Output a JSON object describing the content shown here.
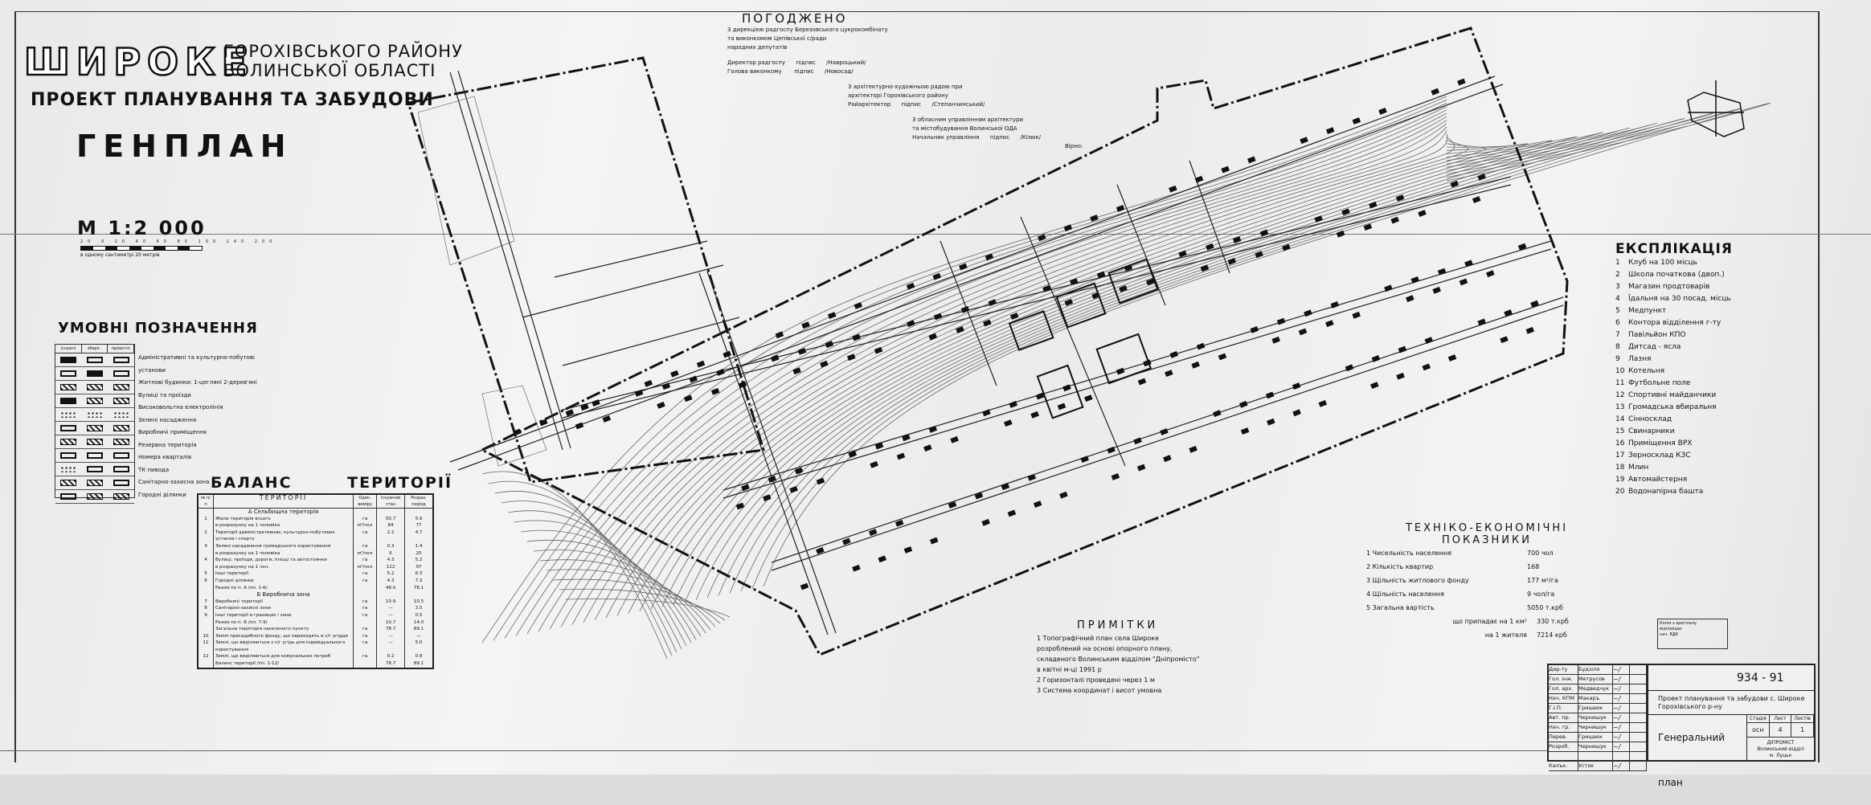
{
  "header": {
    "town": "ШИРОКЕ",
    "district_line1": "ГОРОХІВСЬКОГО РАЙОНУ",
    "district_line2": "ВОЛИНСЬКОЇ ОБЛАСТІ",
    "project": "ПРОЕКТ ПЛАНУВАННЯ ТА ЗАБУДОВИ",
    "plan": "ГЕНПЛАН",
    "scale": "М 1:2 000",
    "scale_ticks": "20 0 20 40 60 80 100 140 200",
    "scale_note": "в одному сантиметрі 20 метрів"
  },
  "legend": {
    "title": "УМОВНІ ПОЗНАЧЕННЯ",
    "columns": [
      "існуючі",
      "зберіг.",
      "проектні"
    ],
    "items": [
      "Адміністративні та культурно-побутові установи",
      "Житлові будинки: 1-цегляні 2-дерев'яні",
      "Вулиці та проїзди",
      "Високовольтна електролінія",
      "Зелені насадження",
      "Виробничі приміщення",
      "Резервна територія",
      "Номера кварталів",
      "ТК пивода",
      "Санітарно-захисна зона",
      "Городні ділянки"
    ]
  },
  "balance": {
    "title": "БАЛАНС ТЕРИТОРІЇ",
    "headers": [
      "№ п/п",
      "ТЕРИТОРІЇ",
      "Один. виміру",
      "Існуючий стан",
      "Розрах. період"
    ],
    "rows": [
      {
        "type": "sec",
        "name": "А Сельбищна територія"
      },
      {
        "n": "1",
        "name": "Жила територія всього",
        "unit": "га",
        "v1": "50.7",
        "v2": "5.9"
      },
      {
        "n": "",
        "name": "в розрахунку на 1 чоловіка",
        "unit": "м²/чол",
        "v1": "84",
        "v2": "77"
      },
      {
        "n": "2",
        "name": "Території адміністративних, культурно-побутових установ і спорту",
        "unit": "га",
        "v1": "2.2",
        "v2": "4.7"
      },
      {
        "n": "3",
        "name": "Зелені насадження громадського користування",
        "unit": "га",
        "v1": "0.3",
        "v2": "1.4"
      },
      {
        "n": "",
        "name": "в розрахунку на 1 чоловіка",
        "unit": "м²/чол",
        "v1": "6",
        "v2": "20"
      },
      {
        "n": "4",
        "name": "Вулиці, проїзди, дороги, площі та автостоянки",
        "unit": "га",
        "v1": "4.3",
        "v2": "5.2"
      },
      {
        "n": "",
        "name": "в розрахунку на 1 чол.",
        "unit": "м²/чол",
        "v1": "122",
        "v2": "97"
      },
      {
        "n": "5",
        "name": "Інші території",
        "unit": "га",
        "v1": "5.2",
        "v2": "6.3"
      },
      {
        "n": "6",
        "name": "Городні ділянки",
        "unit": "га",
        "v1": "4.3",
        "v2": "7.3"
      },
      {
        "n": "",
        "name": "Разом по п. А /пп. 1-6/",
        "unit": "",
        "v1": "48.0",
        "v2": "78.1"
      },
      {
        "type": "sec",
        "name": "Б Виробнича зона"
      },
      {
        "n": "7",
        "name": "Виробничі території",
        "unit": "га",
        "v1": "10.9",
        "v2": "10.5"
      },
      {
        "n": "8",
        "name": "Санітарно-захисні зони",
        "unit": "га",
        "v1": "—",
        "v2": "3.5"
      },
      {
        "n": "9",
        "name": "Інші території в границях і зони",
        "unit": "га",
        "v1": "—",
        "v2": "0.5"
      },
      {
        "n": "",
        "name": "Разом по п. Б /пп. 7-9/",
        "unit": "",
        "v1": "10.7",
        "v2": "14.0"
      },
      {
        "n": "",
        "name": "Загальна територія населеного пункту",
        "unit": "га",
        "v1": "78.7",
        "v2": "89.1"
      },
      {
        "n": "10",
        "name": "Землі присадибного фонду, що переходять в с/г угіддя",
        "unit": "га",
        "v1": "—",
        "v2": "—"
      },
      {
        "n": "11",
        "name": "Землі, що виділяються з с/г угідь для індивідуального користування",
        "unit": "га",
        "v1": "—",
        "v2": "5.0"
      },
      {
        "n": "12",
        "name": "Землі, що виділяються для комунальних потреб",
        "unit": "га",
        "v1": "0.2",
        "v2": "0.8"
      },
      {
        "n": "",
        "name": "Баланс території /пп. 1-12/",
        "unit": "",
        "v1": "78.7",
        "v2": "89.1"
      }
    ]
  },
  "approval": {
    "title": "ПОГОДЖЕНО",
    "lines": [
      "З дирекцією радгоспу Березовського цукрокомбінату",
      "та виконкомом Цепівської с/ради",
      "народних депутатів",
      "Директор радгоспу      підпис      /Навроцький/",
      "Голова виконкому       підпис      /Новосад/",
      "З архітектурно-художньою радою при",
      "архітекторі Горохівського району",
      "Райархітектор      підпис      /Степанчинський/",
      "З обласним управлінням архітектури",
      "та містобудування Волинської ОДА",
      "Начальник управління      підпис      /Кізюк/",
      "Вірно:"
    ]
  },
  "explication": {
    "title": "ЕКСПЛІКАЦІЯ",
    "items": [
      "Клуб на 100 місць",
      "Школа початкова (двоп.)",
      "Магазин продтоварів",
      "Їдальня на 30 посад. місць",
      "Медпункт",
      "Контора відділення г-ту",
      "Павільйон КПО",
      "Дитсад - ясла",
      "Лазня",
      "Котельня",
      "Футбольне поле",
      "Спортивні майданчики",
      "Громадська вбиральня",
      "Сінносклад",
      "Свинарники",
      "Приміщення ВРХ",
      "Зерносклад КЗС",
      "Млин",
      "Автомайстерня",
      "Водонапірна башта"
    ]
  },
  "indicators": {
    "title1": "ТЕХНІКО-ЕКОНОМІЧНІ",
    "title2": "ПОКАЗНИКИ",
    "rows": [
      {
        "label": "1 Чисельність населення",
        "value": "700 чол"
      },
      {
        "label": "2 Кількість квартир",
        "value": "168"
      },
      {
        "label": "3 Щільність житлового фонду",
        "value": "177 м²/га"
      },
      {
        "label": "4 Щільність населення",
        "value": "9 чол/га"
      },
      {
        "label": "5 Загальна вартість",
        "value": "5050 т.крб"
      },
      {
        "label": "що припадає на 1 км²",
        "value": "330 т.крб"
      },
      {
        "label": "на 1 жителя",
        "value": "7214 крб"
      }
    ]
  },
  "notes": {
    "title": "ПРИМІТКИ",
    "lines": [
      "1 Топографічний план села Широке",
      "розроблений на основі опорного плану,",
      "складеного Волинським відділом \"Дніпромісто\"",
      "в квітні м-ці 1991 р",
      "2 Горизонталі проведені через 1 м",
      "3 Система координат і висот умовна"
    ]
  },
  "stamp": {
    "lines": [
      "Копія з оригіналу",
      "відповідає",
      "нач. ВДК"
    ]
  },
  "title_block": {
    "number": "934 - 91",
    "project": "Проект планування та забудови с. Широке Горохівського р-ну",
    "sheet_name": "Генеральний план",
    "stage_label": "Стадія",
    "sheet_label": "Лист",
    "sheets_label": "Листів",
    "stage": "осн",
    "sheet": "4",
    "sheets": "1",
    "org": [
      "ДІПРОМІСТ",
      "Волинський відділ",
      "м. Луцьк"
    ],
    "staff": [
      [
        "Дир-ту",
        "Будзіля"
      ],
      [
        "Гол. інж.",
        "Метрусов"
      ],
      [
        "Гол. арх.",
        "Медведчук"
      ],
      [
        "Нач. КПМ",
        "Макаръ"
      ],
      [
        "Г.І.П.",
        "Грицаюк"
      ],
      [
        "Авт. пр.",
        "Чернишук"
      ],
      [
        "Нач. гр.",
        "Чернишук"
      ],
      [
        "Перев.",
        "Грицаюк"
      ],
      [
        "Розроб.",
        "Чернишук"
      ],
      [
        "",
        ""
      ],
      [
        "Калък.",
        "Устяк"
      ]
    ]
  },
  "colors": {
    "paper": "#efefef",
    "ink": "#111111"
  }
}
